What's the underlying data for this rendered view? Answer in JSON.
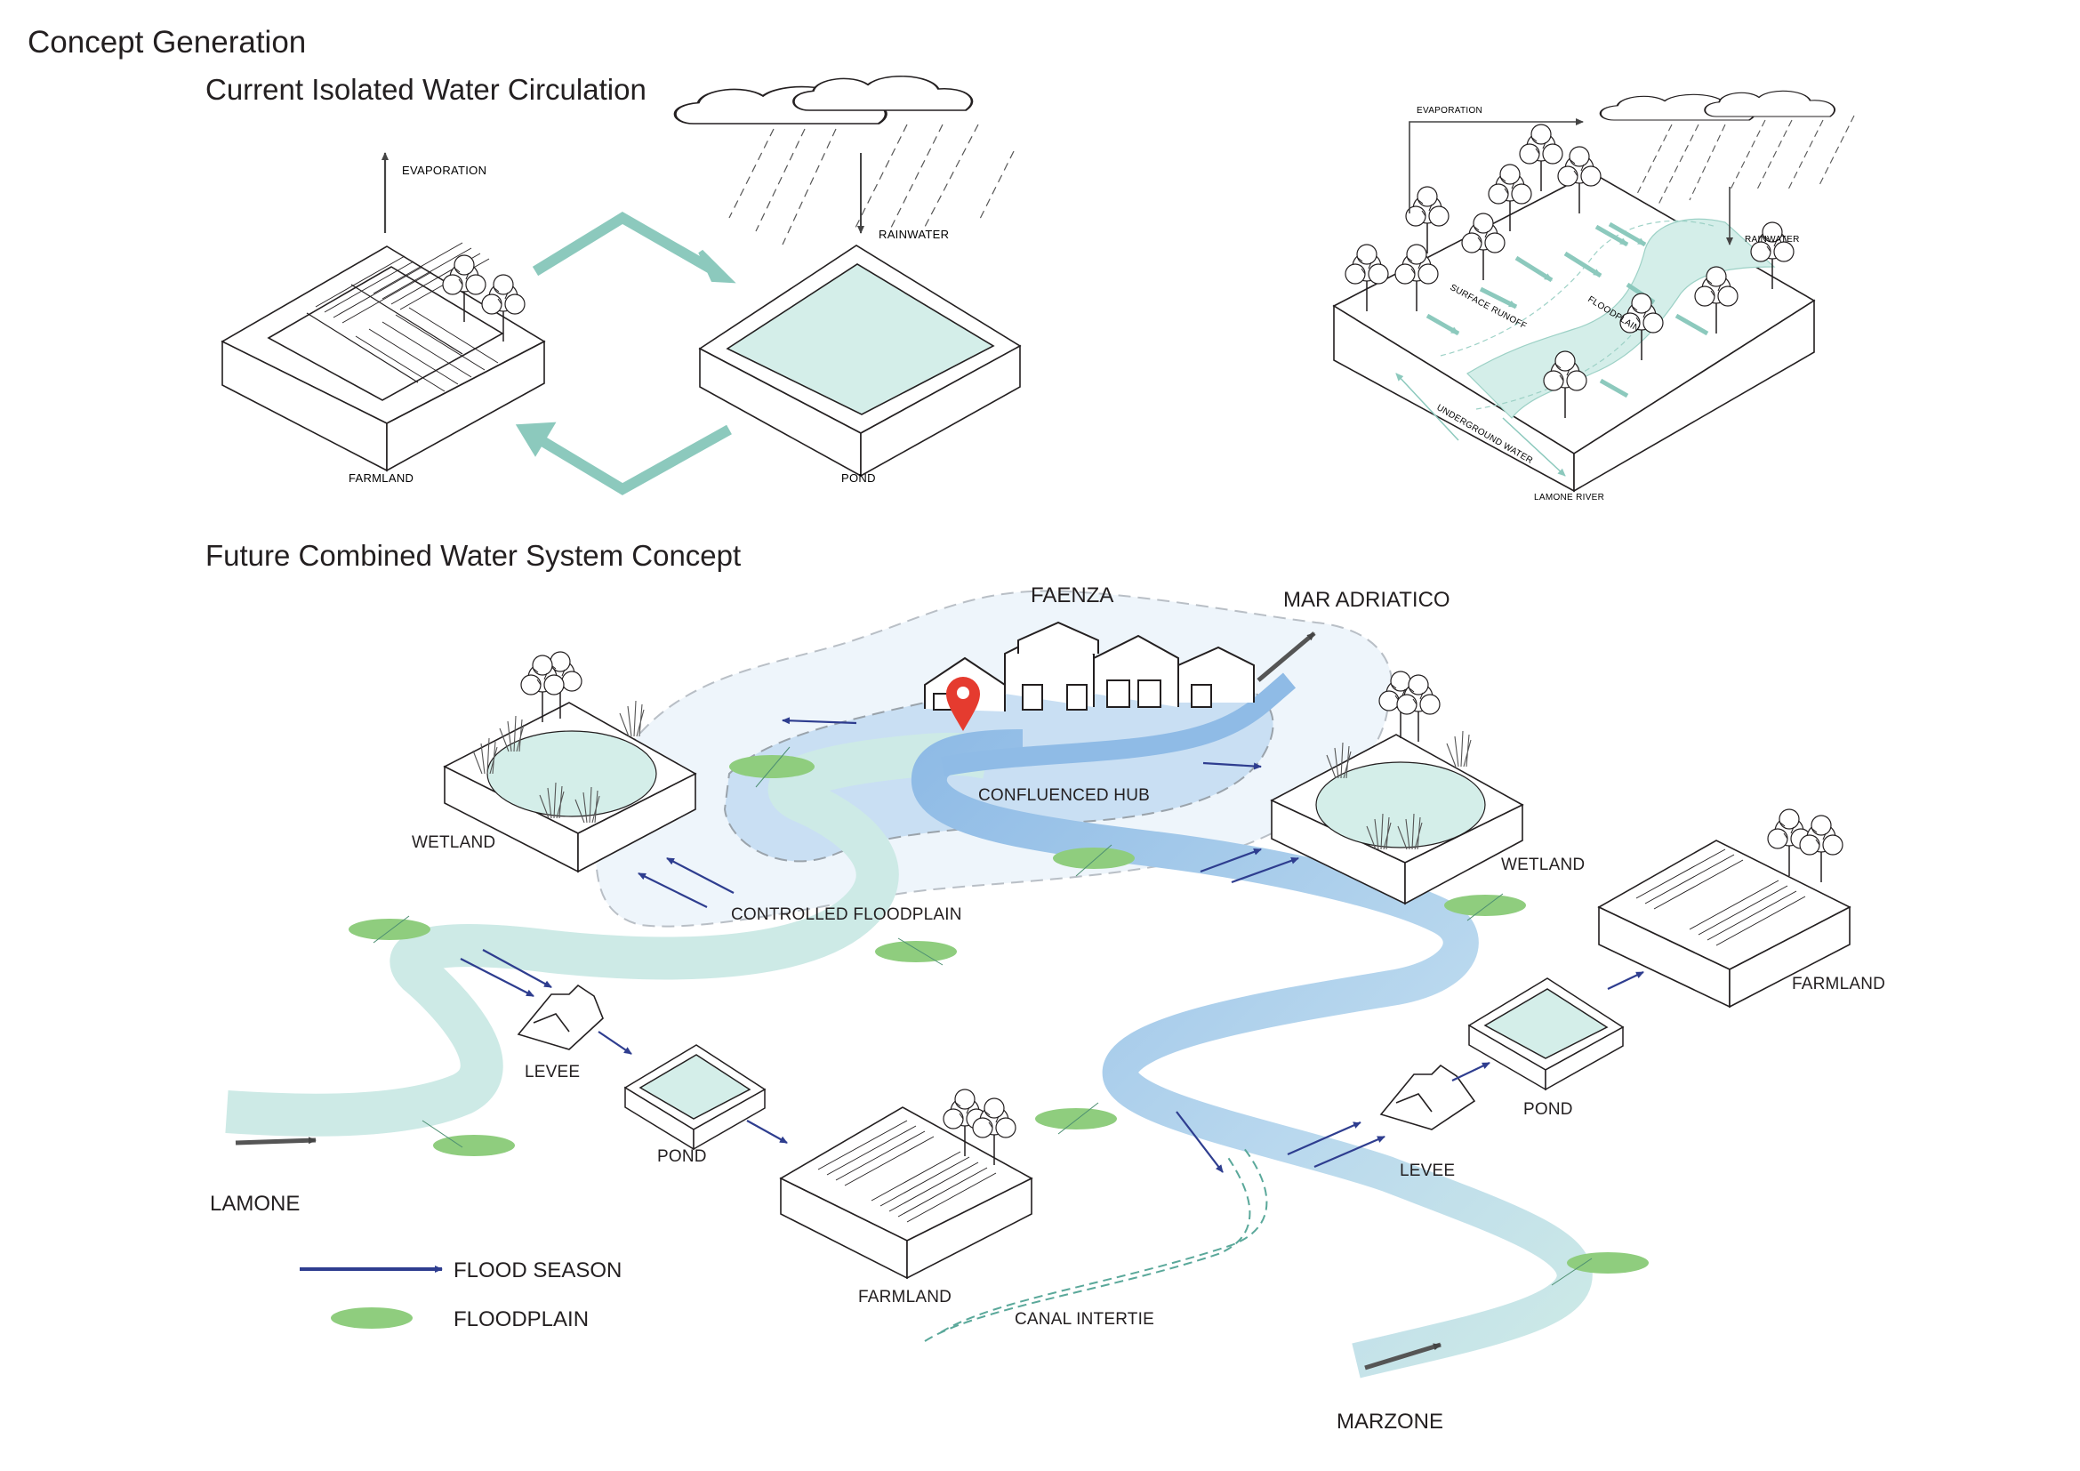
{
  "titles": {
    "main": "Concept Generation",
    "current": "Current Isolated Water Circulation",
    "future": "Future Combined Water System Concept"
  },
  "current_diagram": {
    "evaporation": "EVAPORATION",
    "rainwater": "RAINWATER",
    "farmland": "FARMLAND",
    "pond": "POND"
  },
  "river_section": {
    "evaporation": "EVAPORATION",
    "rainwater": "RAINWATER",
    "surface_runoff": "SURFACE RUNOFF",
    "floodplain": "FLOODPLAIN",
    "underground_water": "UNDERGROUND WATER",
    "lamone_river": "LAMONE RIVER"
  },
  "future_diagram": {
    "faenza": "FAENZA",
    "mar_adriatico": "MAR ADRIATICO",
    "confluenced_hub": "CONFLUENCED HUB",
    "controlled_floodplain": "CONTROLLED FLOODPLAIN",
    "wetland_left": "WETLAND",
    "wetland_right": "WETLAND",
    "levee_left": "LEVEE",
    "levee_right": "LEVEE",
    "pond_left": "POND",
    "pond_right": "POND",
    "farmland_center": "FARMLAND",
    "farmland_right": "FARMLAND",
    "lamone": "LAMONE",
    "marzone": "MARZONE",
    "canal_intertie": "CANAL INTERTIE"
  },
  "legend": {
    "flood_season": "FLOOD SEASON",
    "floodplain": "FLOODPLAIN"
  },
  "colors": {
    "water_light": "#d4eee9",
    "river_teal": "#cdeae6",
    "river_blue": "#a9cdea",
    "hub_blue": "#c9dff3",
    "floodplain_green": "#8fcd7e",
    "flood_arrow": "#2e3d8f",
    "teal_arrow": "#8cc9bd",
    "line": "#231f20"
  }
}
